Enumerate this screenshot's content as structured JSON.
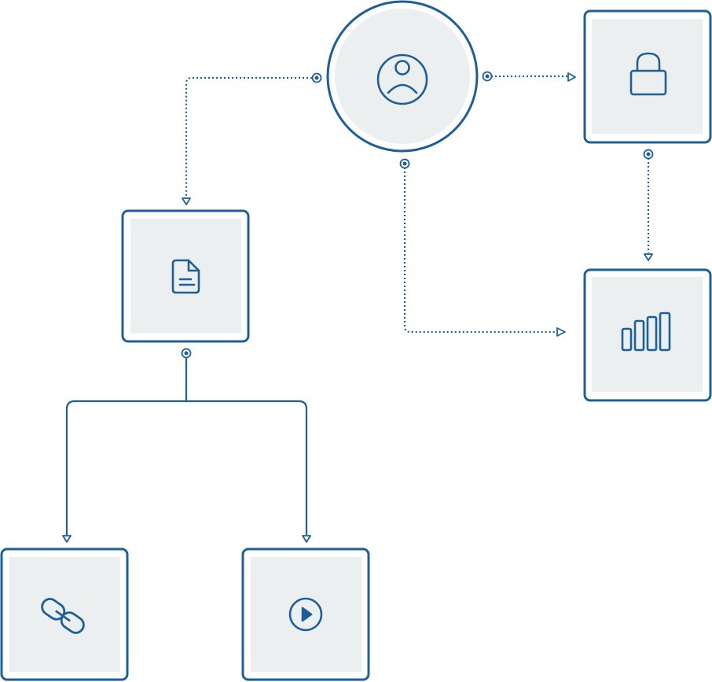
{
  "colors": {
    "stroke": "#1d5f96",
    "node_fill": "#eceff0",
    "node_border_bg": "#ffffff",
    "connector_dot": "#1d5f96"
  },
  "nodes": [
    {
      "id": "user",
      "shape": "circle",
      "icon": "user-icon"
    },
    {
      "id": "lock",
      "shape": "square",
      "icon": "lock-icon"
    },
    {
      "id": "chart",
      "shape": "square",
      "icon": "bar-chart-icon"
    },
    {
      "id": "document",
      "shape": "square",
      "icon": "document-icon"
    },
    {
      "id": "link",
      "shape": "square",
      "icon": "link-icon"
    },
    {
      "id": "play",
      "shape": "square",
      "icon": "play-icon"
    }
  ],
  "edges": [
    {
      "from": "user",
      "to": "document",
      "style": "dotted"
    },
    {
      "from": "user",
      "to": "lock",
      "style": "dotted"
    },
    {
      "from": "user",
      "to": "chart",
      "style": "dotted"
    },
    {
      "from": "lock",
      "to": "chart",
      "style": "dotted"
    },
    {
      "from": "document",
      "to": "link",
      "style": "solid"
    },
    {
      "from": "document",
      "to": "play",
      "style": "solid"
    }
  ]
}
